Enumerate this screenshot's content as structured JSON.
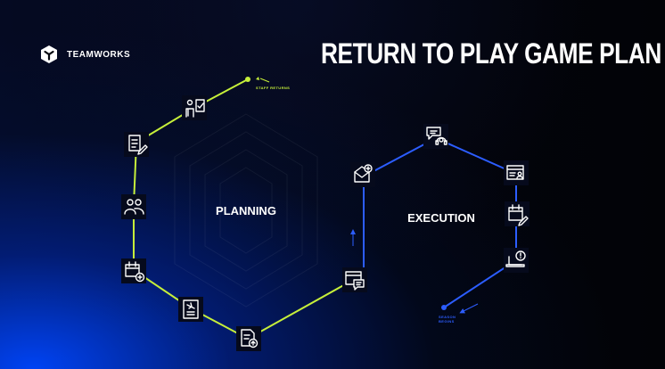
{
  "brand": {
    "name": "TEAMWORKS",
    "icon": "teamworks-logo-icon"
  },
  "title": "RETURN TO PLAY GAME PLAN",
  "phases": {
    "planning": {
      "label": "PLANNING",
      "color": "#c6ef3a",
      "start_label": "STAFF RETURNS",
      "icons": [
        "staff-checklist-icon",
        "document-edit-icon",
        "group-icon",
        "calendar-add-icon",
        "travel-document-icon",
        "document-upload-icon"
      ]
    },
    "execution": {
      "label": "EXECUTION",
      "color": "#2c5dff",
      "end_label1": "SEASON",
      "end_label2": "BEGINS",
      "icons": [
        "schedule-message-icon",
        "mail-add-icon",
        "chat-support-icon",
        "profile-list-icon",
        "calendar-edit-icon",
        "laptop-alert-icon"
      ]
    }
  }
}
